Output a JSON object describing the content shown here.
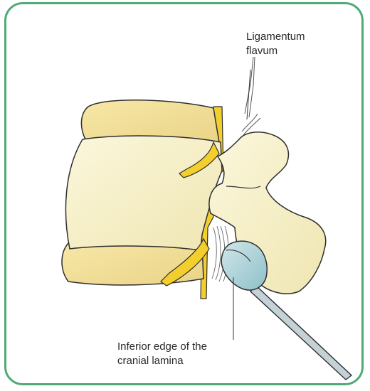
{
  "labels": {
    "ligamentum_flavum": {
      "line1": "Ligamentum",
      "line2": "flavum"
    },
    "inferior_edge": {
      "line1": "Inferior edge of the",
      "line2": "cranial lamina"
    }
  },
  "colors": {
    "frame_border": "#4faa77",
    "bone_fill": "#f6f1c8",
    "disc_fill": "#f2df98",
    "nerve_fill": "#f3cf2e",
    "instrument_tip": "#a9d2d8",
    "instrument_shaft": "#b7c6ce",
    "outline": "#2e2e2e"
  }
}
